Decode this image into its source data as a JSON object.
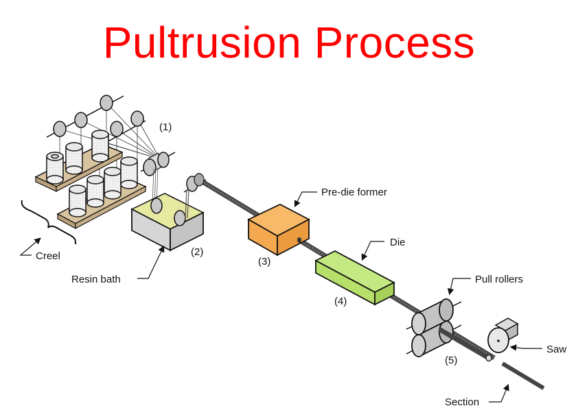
{
  "title": "Pultrusion Process",
  "colors": {
    "title": "#ff0000",
    "board": "#d9c4a0",
    "resin": "#e6e9a0",
    "pre_die_former": "#f4a950",
    "die": "#b6e06a",
    "metal": "#c8c8c8",
    "rod": "#555555"
  },
  "labels": {
    "step1": "(1)",
    "step2": "(2)",
    "step3": "(3)",
    "step4": "(4)",
    "step5": "(5)",
    "creel": "Creel",
    "resin_bath": "Resin bath",
    "pre_die_former": "Pre-die former",
    "die": "Die",
    "pull_rollers": "Pull rollers",
    "saw": "Saw",
    "section": "Section"
  }
}
